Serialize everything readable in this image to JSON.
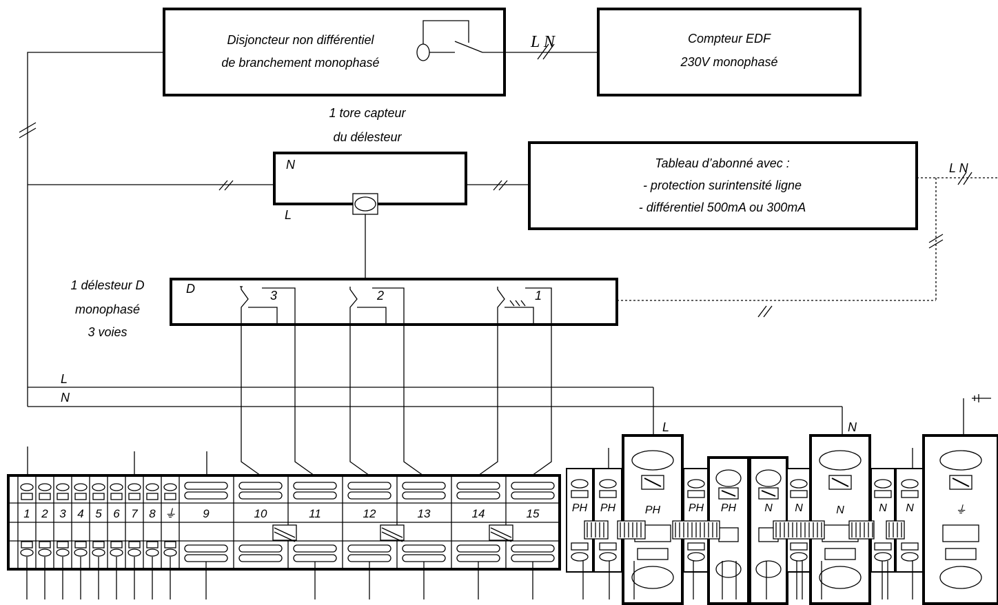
{
  "labels": {
    "disjoncteur": [
      "Disjoncteur non différentiel",
      "de branchement monophasé"
    ],
    "compteur": [
      "Compteur EDF",
      "230V monophasé"
    ],
    "tore": [
      "1 tore capteur",
      "du délesteur"
    ],
    "tableau": [
      "Tableau d’abonné avec :",
      "- protection surintensité ligne",
      "- différentiel 500mA ou 300mA"
    ],
    "delesteur": [
      "1 délesteur D",
      "monophasé",
      "3 voies"
    ],
    "d_letter": "D",
    "tore_n": "N",
    "tore_l": "L",
    "ln_top": "L N",
    "ln_right": "L N",
    "bus_l": "L",
    "bus_n": "N",
    "feed_l": "L",
    "feed_n": "N",
    "channels": [
      "3",
      "2",
      "1"
    ]
  },
  "terminals": {
    "small": [
      "1",
      "2",
      "3",
      "4",
      "5",
      "6",
      "7",
      "8",
      "⏚"
    ],
    "wide": [
      "9",
      "10",
      "11",
      "12",
      "13",
      "14",
      "15"
    ],
    "right_blocks": [
      "PH",
      "PH",
      "PH",
      "PH",
      "PH",
      "N",
      "N",
      "N",
      "N",
      "N",
      "⏚"
    ]
  }
}
